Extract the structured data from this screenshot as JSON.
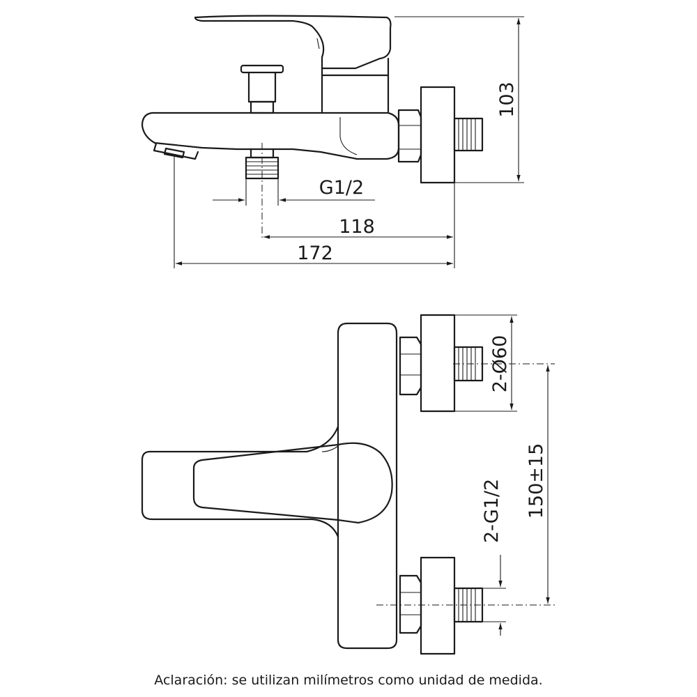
{
  "dimensions": {
    "height_label": "103",
    "thread_label": "G1/2",
    "center_label": "118",
    "width_label": "172",
    "flange_diameter_label": "2-Ø60",
    "center_distance_label": "150±15",
    "inlet_thread_label": "2-G1/2"
  },
  "caption": "Aclaración: se utilizan milímetros como unidad de medida."
}
